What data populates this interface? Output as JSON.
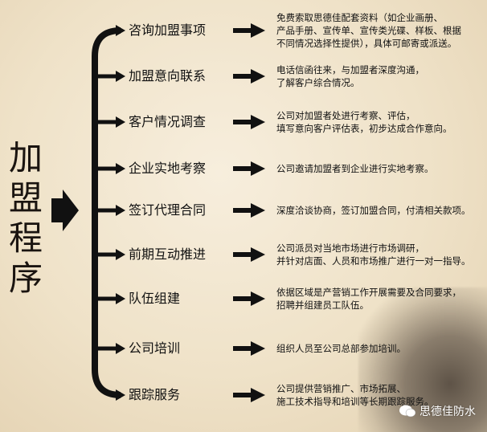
{
  "title": "加盟程序",
  "steps": [
    {
      "label": "咨询加盟事项",
      "desc": "免费索取思德佳配套资料（如企业画册、\n产品手册、宣传单、宣传类光碟、样板、根据\n不同情况选择性提供），具体可邮寄或派送。"
    },
    {
      "label": "加盟意向联系",
      "desc": "电话信函往来，与加盟者深度沟通，\n了解客户综合情况。"
    },
    {
      "label": "客户情况调查",
      "desc": "公司对加盟者处进行考察、评估，\n填写意向客户评估表，初步达成合作意向。"
    },
    {
      "label": "企业实地考察",
      "desc": "公司邀请加盟者到企业进行实地考察。"
    },
    {
      "label": "签订代理合同",
      "desc": "深度洽谈协商，签订加盟合同，付清相关款项。"
    },
    {
      "label": "前期互动推进",
      "desc": "公司派员对当地市场进行市场调研，\n并针对店面、人员和市场推广进行一对一指导。"
    },
    {
      "label": "队伍组建",
      "desc": "依据区域是产营销工作开展需要及合同要求，\n招聘并组建员工队伍。"
    },
    {
      "label": "公司培训",
      "desc": "组织人员至公司总部参加培训。"
    },
    {
      "label": "跟踪服务",
      "desc": "公司提供营销推广、市场拓展、\n施工技术指导和培训等长期跟踪服务。"
    }
  ],
  "watermark": "思德佳防水",
  "colors": {
    "ink": "#111111",
    "background": "#efe2c8"
  }
}
